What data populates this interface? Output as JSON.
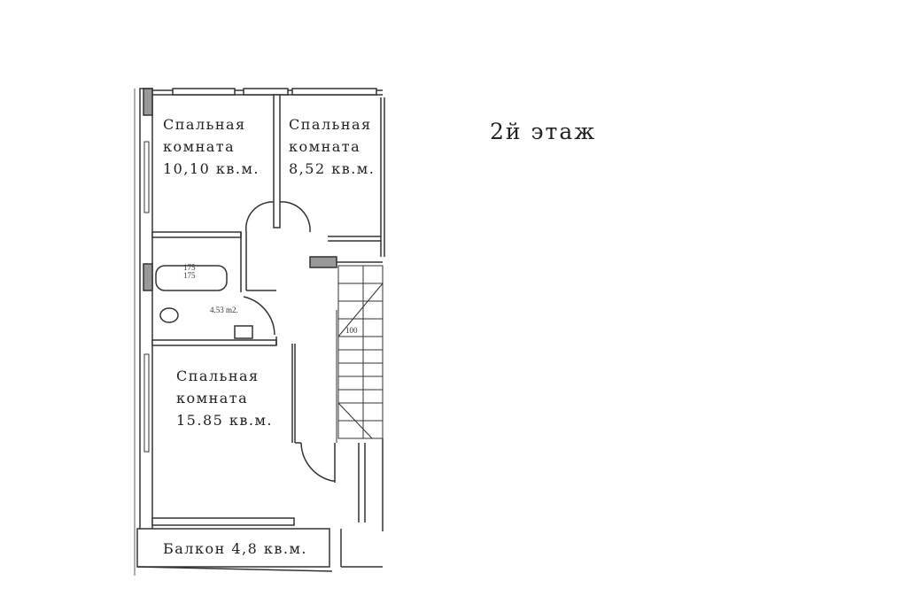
{
  "floor_title": "2й этаж",
  "rooms": [
    {
      "name_line1": "Спальная",
      "name_line2": "комната",
      "area": "10,10 кв.м."
    },
    {
      "name_line1": "Спальная",
      "name_line2": "комната",
      "area": "8,52 кв.м."
    },
    {
      "name_line1": "Спальная",
      "name_line2": "комната",
      "area": "15.85 кв.м."
    },
    {
      "name_line1": "Балкон 4,8 кв.м."
    }
  ],
  "bathroom_area": "4.53 m2.",
  "bathtub_dims": [
    "175",
    "175"
  ],
  "stair_label": "100"
}
